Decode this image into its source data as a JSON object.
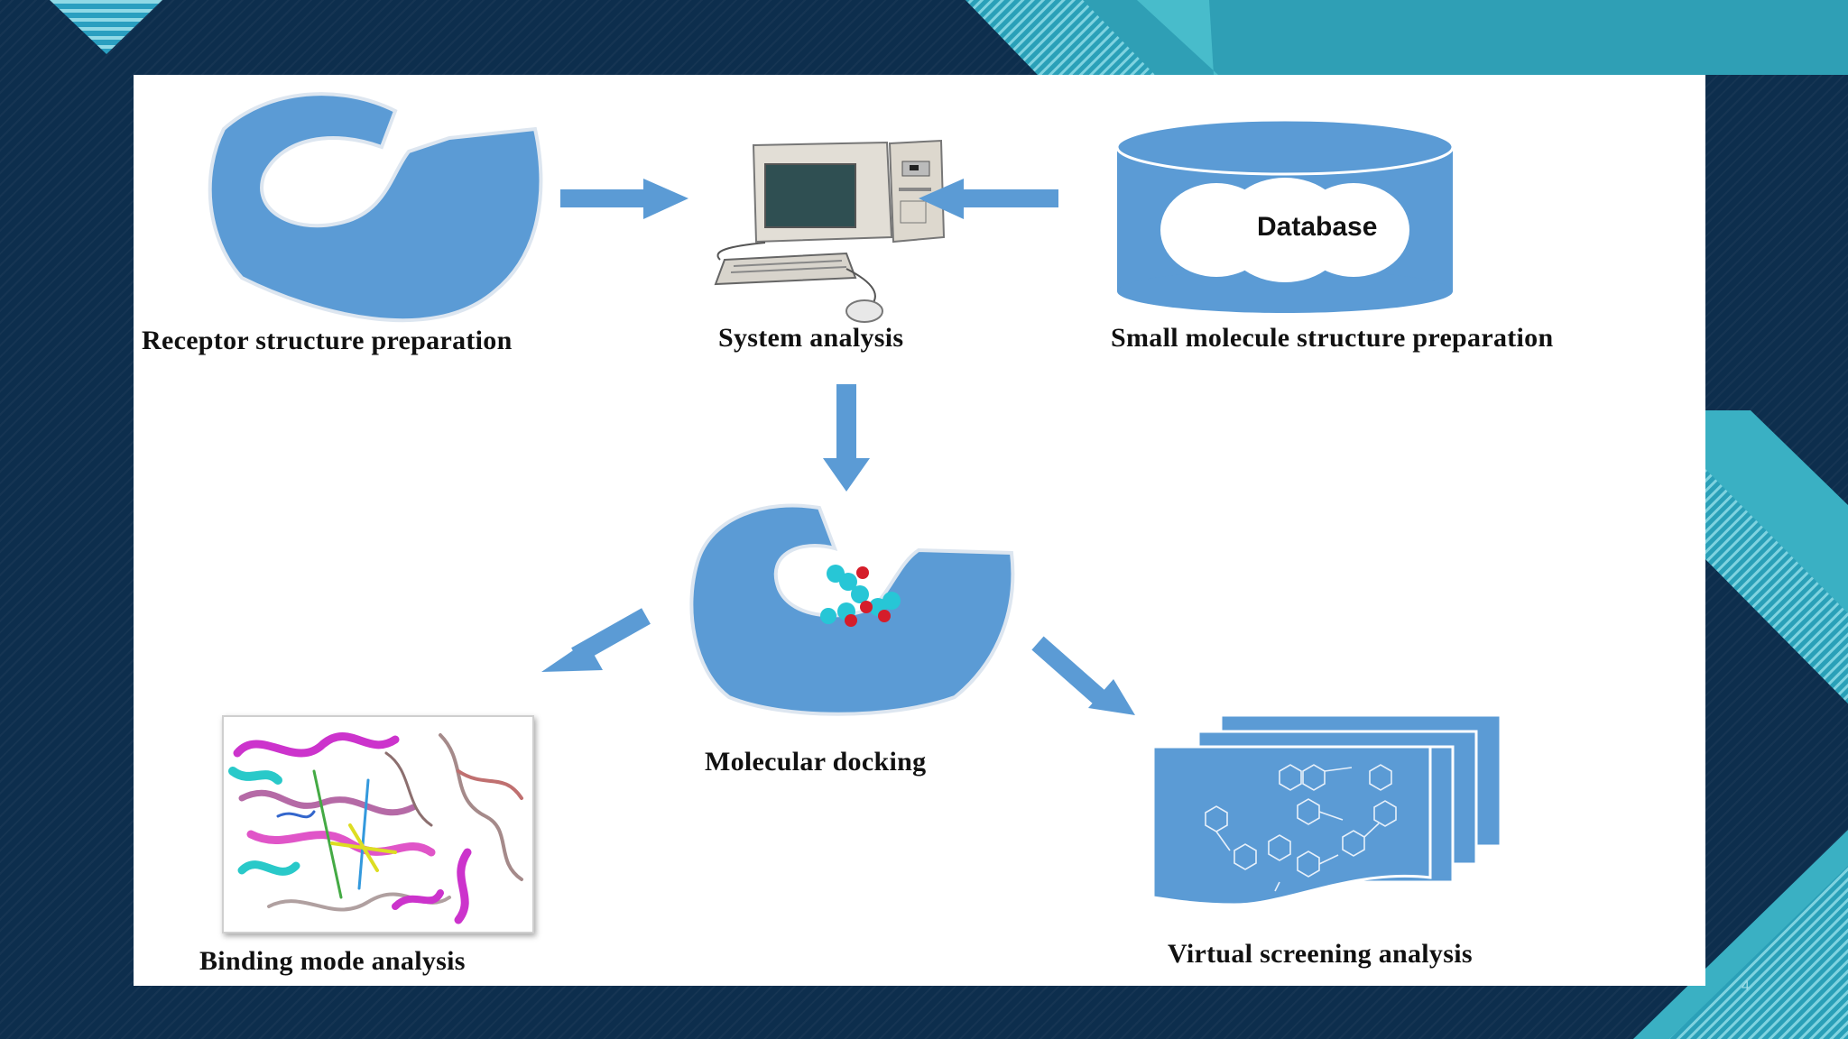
{
  "slide": {
    "page_number": "4",
    "colors": {
      "accent_blue": "#5b9bd5",
      "teal": "#3ab0c3",
      "navy": "#0d2e4d"
    }
  },
  "diagram": {
    "receptor_label": "Receptor structure preparation",
    "system_label": "System analysis",
    "database_label": "Database",
    "small_molecule_label": "Small molecule structure preparation",
    "docking_label": "Molecular docking",
    "binding_label": "Binding mode analysis",
    "screening_label": "Virtual screening analysis"
  }
}
